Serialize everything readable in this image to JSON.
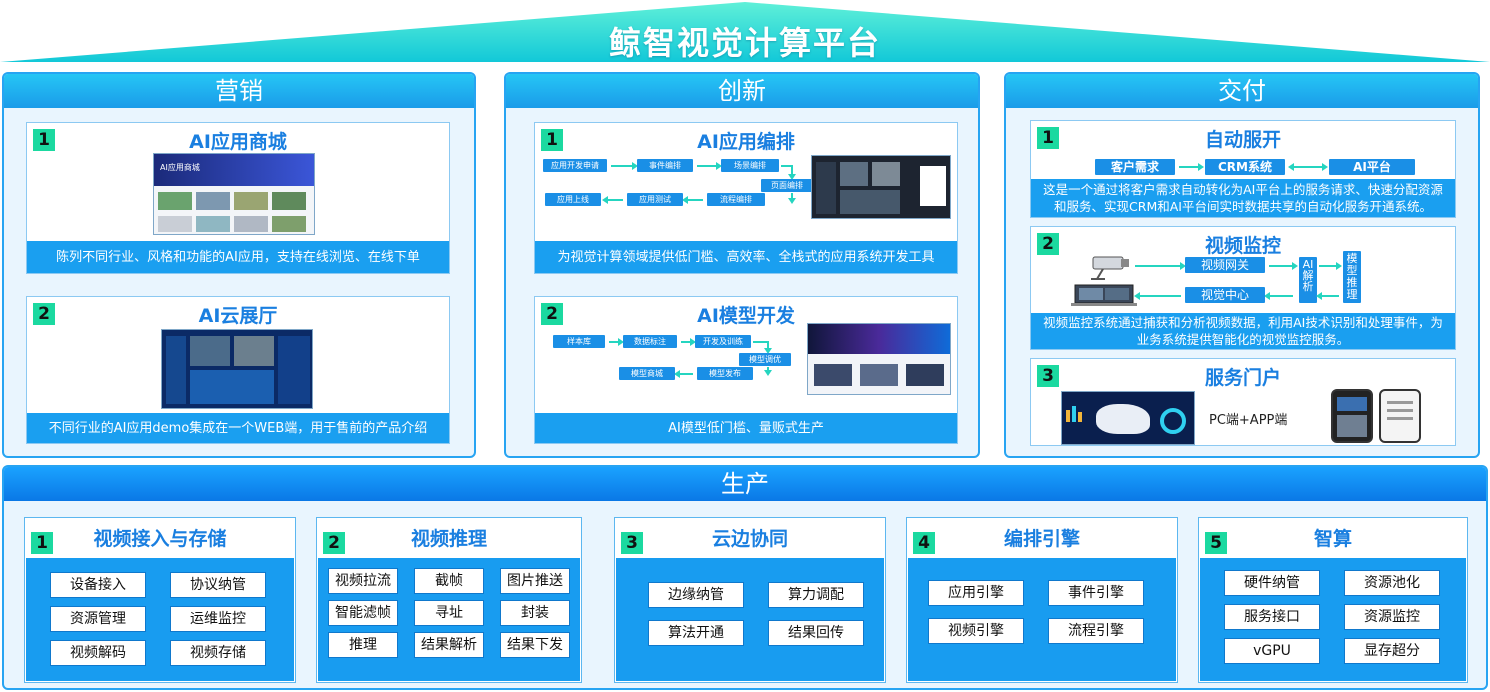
{
  "title": "鲸智视觉计算平台",
  "sections": {
    "marketing": {
      "header": "营销",
      "cards": [
        {
          "num": "1",
          "title": "AI应用商城",
          "shot_label": "AI应用商城",
          "caption": "陈列不同行业、风格和功能的AI应用，支持在线浏览、在线下单"
        },
        {
          "num": "2",
          "title": "AI云展厅",
          "caption": "不同行业的AI应用demo集成在一个WEB端，用于售前的产品介绍"
        }
      ]
    },
    "innovation": {
      "header": "创新",
      "cards": [
        {
          "num": "1",
          "title": "AI应用编排",
          "flow": [
            "应用开发申请",
            "事件编排",
            "场景编排",
            "页面编排",
            "流程编排",
            "应用测试",
            "应用上线"
          ],
          "caption": "为视觉计算领域提供低门槛、高效率、全栈式的应用系统开发工具"
        },
        {
          "num": "2",
          "title": "AI模型开发",
          "flow": [
            "样本库",
            "数据标注",
            "开发及训练",
            "模型调优",
            "模型发布",
            "模型商城"
          ],
          "caption": "AI模型低门槛、量贩式生产"
        }
      ]
    },
    "delivery": {
      "header": "交付",
      "cards": [
        {
          "num": "1",
          "title": "自动服开",
          "flow": [
            "客户需求",
            "CRM系统",
            "AI平台"
          ],
          "caption": "这是一个通过将客户需求自动转化为AI平台上的服务请求、快速分配资源和服务、实现CRM和AI平台间实时数据共享的自动化服务开通系统。"
        },
        {
          "num": "2",
          "title": "视频监控",
          "flow": [
            "视频网关",
            "视觉中心",
            "AI解析",
            "模型推理"
          ],
          "caption": "视频监控系统通过捕获和分析视频数据，利用AI技术识别和处理事件，为业务系统提供智能化的视觉监控服务。"
        },
        {
          "num": "3",
          "title": "服务门户",
          "label": "PC端+APP端"
        }
      ]
    }
  },
  "production": {
    "header": "生产",
    "modules": [
      {
        "num": "1",
        "title": "视频接入与存储",
        "items": [
          "设备接入",
          "协议纳管",
          "资源管理",
          "运维监控",
          "视频解码",
          "视频存储"
        ]
      },
      {
        "num": "2",
        "title": "视频推理",
        "items": [
          "视频拉流",
          "截帧",
          "图片推送",
          "智能滤帧",
          "寻址",
          "封装",
          "推理",
          "结果解析",
          "结果下发"
        ]
      },
      {
        "num": "3",
        "title": "云边协同",
        "items": [
          "边缘纳管",
          "算力调配",
          "算法开通",
          "结果回传"
        ]
      },
      {
        "num": "4",
        "title": "编排引擎",
        "items": [
          "应用引擎",
          "事件引擎",
          "视频引擎",
          "流程引擎"
        ]
      },
      {
        "num": "5",
        "title": "智算",
        "items": [
          "硬件纳管",
          "资源池化",
          "服务接口",
          "资源监控",
          "vGPU",
          "显存超分"
        ]
      }
    ]
  },
  "colors": {
    "accent": "#1a9ff0",
    "title_blue": "#1a7fe0",
    "num_green": "#1bd9a0",
    "roof": "#1fd8c8"
  }
}
